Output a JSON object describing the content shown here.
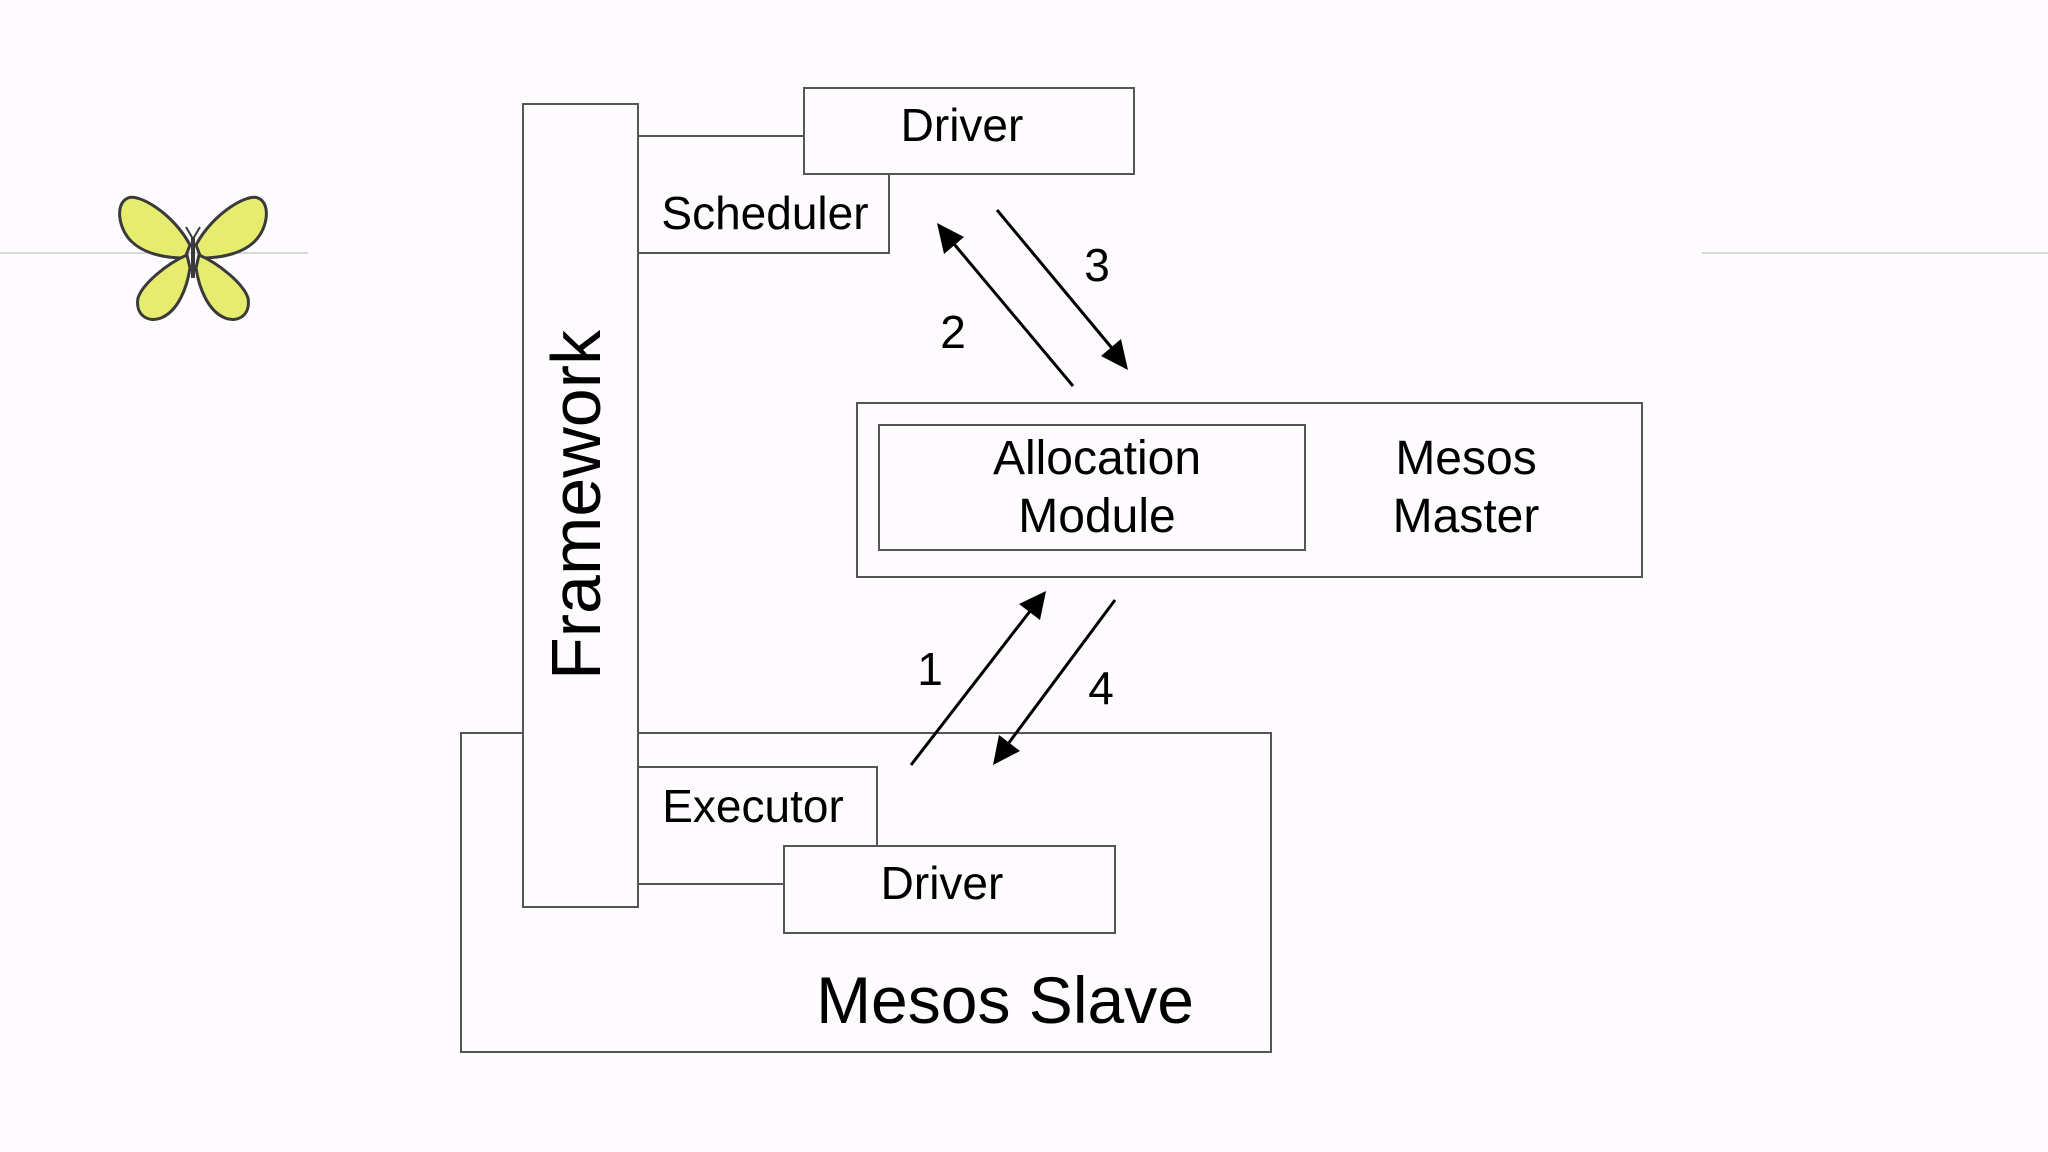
{
  "diagram": {
    "framework": {
      "label": "Framework"
    },
    "scheduler": {
      "label": "Scheduler"
    },
    "scheduler_driver": {
      "label": "Driver"
    },
    "mesos_master": {
      "label_line1": "Mesos",
      "label_line2": "Master"
    },
    "allocation_module": {
      "label_line1": "Allocation",
      "label_line2": "Module"
    },
    "mesos_slave": {
      "label": "Mesos Slave"
    },
    "executor": {
      "label": "Executor"
    },
    "executor_driver": {
      "label": "Driver"
    },
    "arrows": [
      {
        "label": "1",
        "from": "mesos-slave",
        "to": "mesos-master"
      },
      {
        "label": "2",
        "from": "mesos-master",
        "to": "scheduler"
      },
      {
        "label": "3",
        "from": "scheduler",
        "to": "mesos-master"
      },
      {
        "label": "4",
        "from": "mesos-master",
        "to": "mesos-slave"
      }
    ]
  },
  "colors": {
    "background": "#fdfbfd",
    "stroke": "#555555",
    "butterfly_fill": "#e6ec6e",
    "butterfly_stroke": "#3a3a3a",
    "header_rule": "#d8d8d8"
  },
  "decorations": {
    "logo_icon": "butterfly-icon"
  }
}
